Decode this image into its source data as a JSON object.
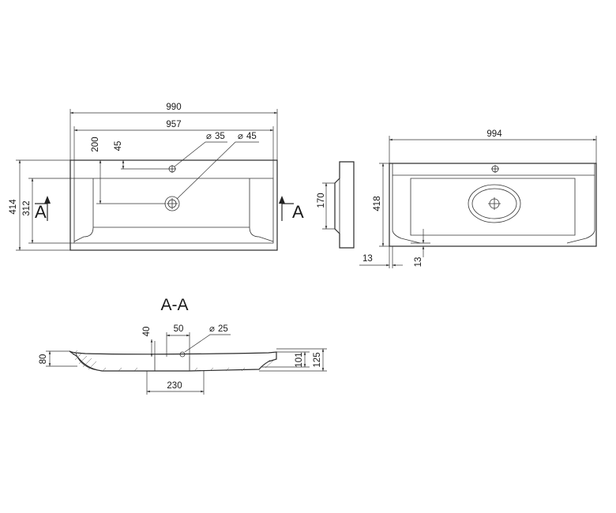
{
  "top_view": {
    "width_overall": "990",
    "width_inner": "957",
    "dim_200": "200",
    "dim_45": "45",
    "hole_small": "35",
    "hole_drain": "45",
    "height_overall": "414",
    "height_inner": "312",
    "section_mark_left": "A",
    "section_mark_right": "A"
  },
  "side_view": {
    "dim_170": "170"
  },
  "bottom_view": {
    "width_overall": "994",
    "height_overall": "418",
    "offset_left": "13",
    "offset_bottom": "13"
  },
  "section_view": {
    "title": "A-A",
    "dim_40": "40",
    "dim_50": "50",
    "hole": "25",
    "dim_80": "80",
    "dim_101": "101",
    "dim_125": "125",
    "dim_230": "230"
  },
  "symbols": {
    "diameter": "⌀"
  }
}
